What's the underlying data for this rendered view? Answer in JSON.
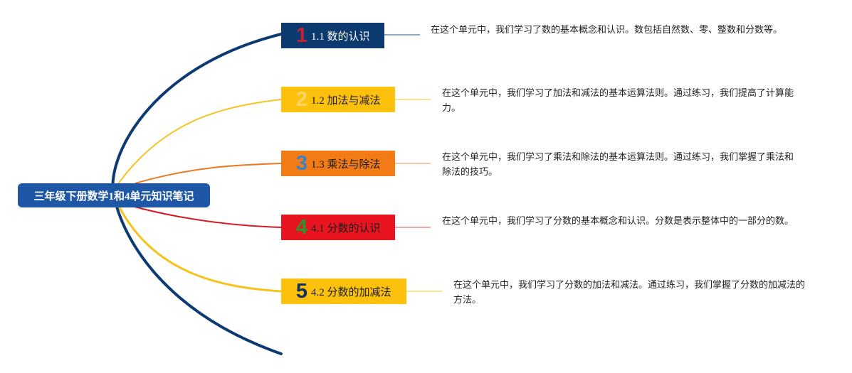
{
  "root": {
    "title": "三年级下册数学1和4单元知识笔记",
    "color": "#1f57a7"
  },
  "branches": [
    {
      "number": "1",
      "label": "1.1 数的认识",
      "box_color": "#0d3a6e",
      "number_color": "#c8202f",
      "line_color": "#0e3565",
      "connector_color": "#6a8fb0",
      "description": "在这个单元中，我们学习了数的基本概念和认识。数包括自然数、零、整数和分数等。"
    },
    {
      "number": "2",
      "label": "1.2 加法与减法",
      "box_color": "#fcc10c",
      "number_color": "#ffd566",
      "line_color": "#f6c31d",
      "connector_color": "#fcd96a",
      "description": "在这个单元中，我们学习了加法和减法的基本运算法则。通过练习，我们提高了计算能力。"
    },
    {
      "number": "3",
      "label": "1.3 乘法与除法",
      "box_color": "#f37b16",
      "number_color": "#3c82c8",
      "line_color": "#ea7a26",
      "connector_color": "#f6b48a",
      "description": "在这个单元中，我们学习了乘法和除法的基本运算法则。通过练习，我们掌握了乘法和除法的技巧。"
    },
    {
      "number": "4",
      "label": "4.1 分数的认识",
      "box_color": "#e8141f",
      "number_color": "#27962f",
      "line_color": "#d7161f",
      "connector_color": "#ef8a8f",
      "description": "在这个单元中，我们学习了分数的基本概念和认识。分数是表示整体中的一部分的数。"
    },
    {
      "number": "5",
      "label": "4.2 分数的加减法",
      "box_color": "#fcc10c",
      "number_color": "#152f63",
      "line_color": "#f6c31d",
      "connector_color": "#fcd96a",
      "description": "在这个单元中，我们学习了分数的加法和减法。通过练习，我们掌握了分数的加减法的方法。"
    }
  ],
  "outer_arc_color": "#0d3a72"
}
